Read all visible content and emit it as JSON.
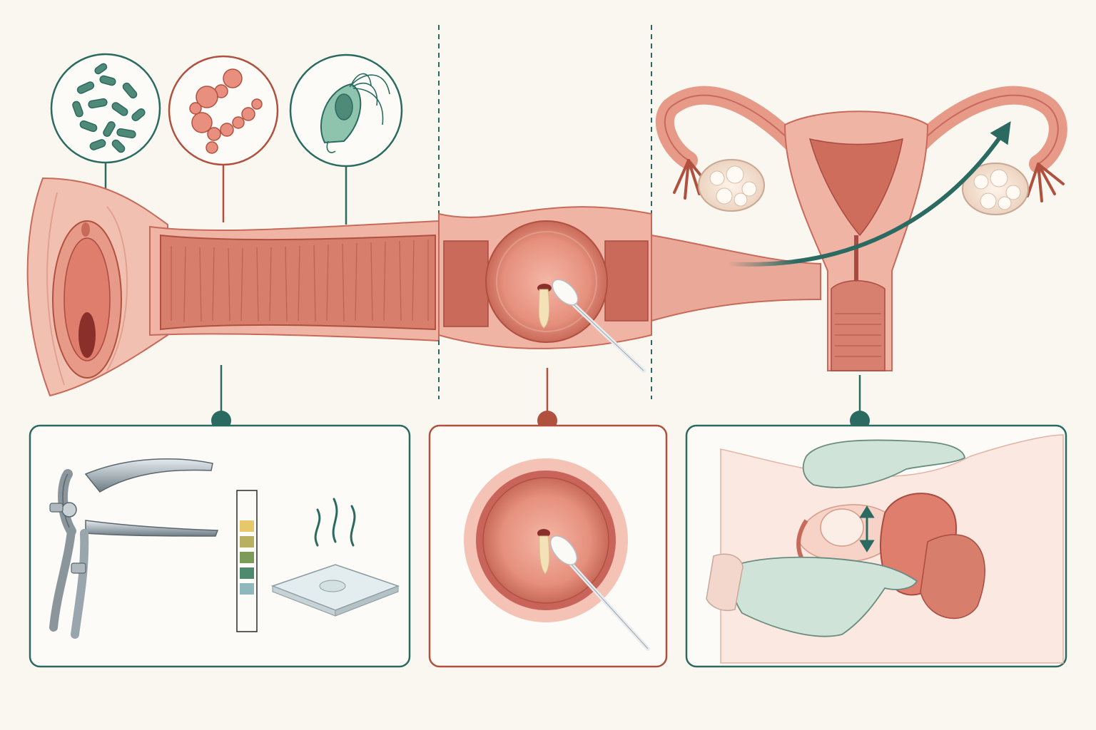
{
  "colors": {
    "background": "#faf7f1",
    "tissue_light": "#f4c9bc",
    "tissue_mid": "#e89a88",
    "tissue_dark": "#c86a5a",
    "tissue_deep": "#a84b40",
    "teal": "#2a6a60",
    "rust": "#b0513f",
    "teal_organism": "#5e9e84",
    "glove": "#cfe3d8",
    "steel": "#9aa6ad"
  },
  "microbes": [
    {
      "kind": "rod-bacteria",
      "color": "#2a6a60"
    },
    {
      "kind": "yeast-hyphae",
      "color": "#b0513f"
    },
    {
      "kind": "flagellated-protozoan",
      "color": "#2a6a60"
    }
  ],
  "ph_strip_colors": [
    "#e8c76a",
    "#b8b060",
    "#7c9a58",
    "#4f8a6e",
    "#8fb8bc"
  ],
  "panels": [
    {
      "id": "vaginal-exam",
      "border": "#2a6a60"
    },
    {
      "id": "cervical-swab",
      "border": "#b0513f"
    },
    {
      "id": "bimanual-exam",
      "border": "#2a6a60"
    }
  ]
}
